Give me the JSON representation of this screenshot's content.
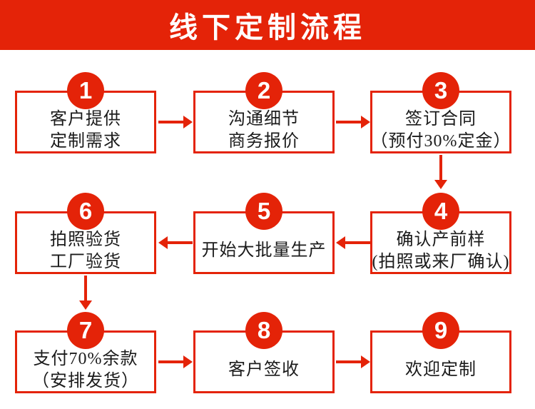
{
  "title": "线下定制流程",
  "colors": {
    "red": "#e42308",
    "text": "#1b1b1b",
    "background": "#ffffff"
  },
  "steps": [
    {
      "number": "1",
      "lines": [
        "客户提供",
        "定制需求"
      ]
    },
    {
      "number": "2",
      "lines": [
        "沟通细节",
        "商务报价"
      ]
    },
    {
      "number": "3",
      "lines": [
        "签订合同",
        "（预付30%定金）"
      ]
    },
    {
      "number": "4",
      "lines": [
        "确认产前样",
        "(拍照或来厂确认)"
      ]
    },
    {
      "number": "5",
      "lines": [
        "开始大批量生产"
      ]
    },
    {
      "number": "6",
      "lines": [
        "拍照验货",
        "工厂验货"
      ]
    },
    {
      "number": "7",
      "lines": [
        "支付70%余款",
        "（安排发货）"
      ]
    },
    {
      "number": "8",
      "lines": [
        "客户签收"
      ]
    },
    {
      "number": "9",
      "lines": [
        "欢迎定制"
      ]
    }
  ]
}
